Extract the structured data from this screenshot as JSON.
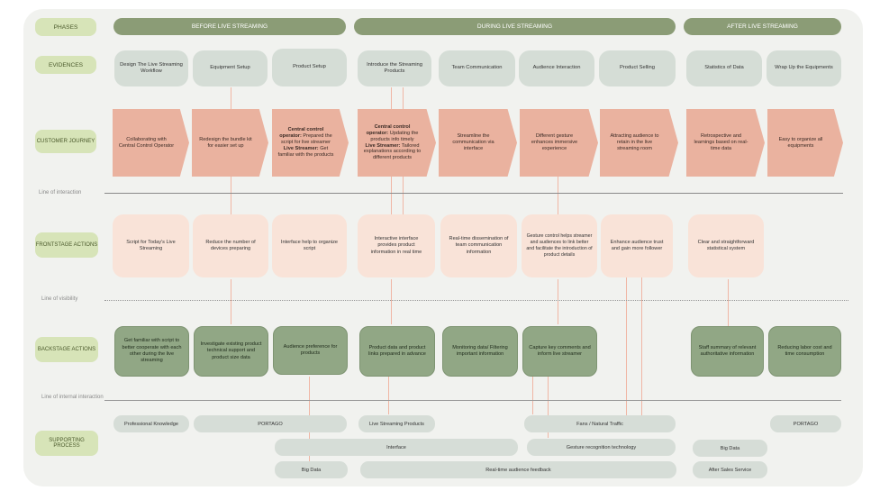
{
  "labels": {
    "phases": "PHASES",
    "evidences": "EVIDENCES",
    "customer_journey": "CUSTOMER JOURNEY",
    "frontstage": "FRONTSTAGE ACTIONS",
    "backstage": "BACKSTAGE ACTIONS",
    "supporting": "SUPPORTING PROCESS"
  },
  "phases": [
    "BEFORE LIVE STREAMING",
    "DURING LIVE STREAMING",
    "AFTER LIVE STREAMING"
  ],
  "dividers": {
    "interaction": "Line of interaction",
    "visibility": "Line of visibility",
    "internal": "Line of internal interaction"
  },
  "evidences": [
    "Design The Live Streaming Workflow",
    "Equipment Setup",
    "Product Setup",
    "Introduce the Streaming Products",
    "Team Communication",
    "Audience Interaction",
    "Product Selling",
    "Statistics of Data",
    "Wrap Up the Equipments"
  ],
  "customer_journey": [
    {
      "plain": "Collaborating with Central Control Operator"
    },
    {
      "plain": "Redesign the bundle kit for easier set up"
    },
    {
      "b1": "Central control operator:",
      "t1": " Prepared the script for live streamer",
      "b2": "Live Streamer:",
      "t2": " Get familiar with the products"
    },
    {
      "b1": "Central control operator:",
      "t1": " Updating the products info timely",
      "b2": "Live Streamer:",
      "t2": " Tailored explanations according to different products"
    },
    {
      "plain": "Streamline the communication via interface"
    },
    {
      "plain": "Different gesture enhances immersive experience"
    },
    {
      "plain": "Attracting audience to retain in the live streaming room"
    },
    {
      "plain": "Retrospective and learnings based on real-time data"
    },
    {
      "plain": "Easy to organize all equipments"
    }
  ],
  "frontstage": [
    "Script for Today's Live Streaming",
    "Reduce the number of devices preparing",
    "Interface help to organize script",
    "Interactive interface provides product information in real time",
    "Real-time dissemination of team communication information",
    "Gesture control helps streamer and audiences to link better and facilitate the introduction of product details",
    "Enhance audience trust and gain more follower",
    "Clear and straightforward statistical system"
  ],
  "backstage": [
    "Get familiar with script to better cooperate with each other during the live streaming",
    "Investigate existing product technical support and product size data",
    "Audience preference for products",
    "Product data and product links prepared in advance",
    "Monitoring data/ Filtering important information",
    "Capture key comments and inform live streamer",
    "Staff summary of relevant authoritative information",
    "Reducing labor cost and time consumption"
  ],
  "supporting": {
    "professional_knowledge": "Professional Knowledge",
    "portago_1": "PORTAGO",
    "live_streaming_products": "Live Streaming Products",
    "fans_traffic": "Fans / Natural Traffic",
    "portago_2": "PORTAGO",
    "interface": "Interface",
    "gesture_tech": "Gesture recognition technology",
    "big_data_1": "Big Data",
    "big_data_2": "Big Data",
    "realtime_feedback": "Real-time audience feedback",
    "after_sales": "After Sales Service"
  },
  "colors": {
    "label_green": "#d7e4b8",
    "phase_green": "#8b9c76",
    "journey_salmon": "#eab29f",
    "frontstage_peach": "#f9e3d8",
    "backstage_green": "#91a785",
    "support_gray": "#d6ddd7"
  }
}
